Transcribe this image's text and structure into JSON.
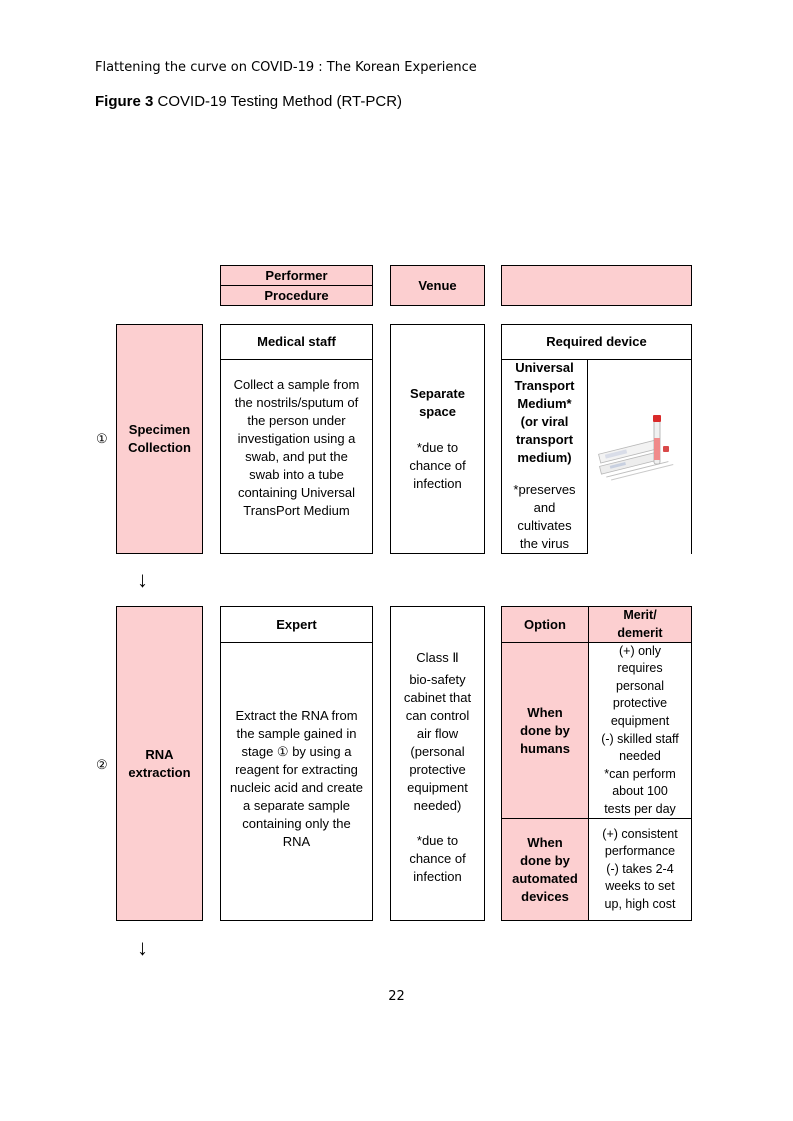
{
  "header": {
    "running_title": "Flattening the curve on COVID-19 : The Korean Experience"
  },
  "figure": {
    "label": "Figure 3",
    "title": " COVID-19 Testing Method (RT-PCR)"
  },
  "legend": {
    "performer": "Performer",
    "procedure": "Procedure",
    "venue": "Venue",
    "blank": ""
  },
  "stage1": {
    "number": "①",
    "name_lines": [
      "Specimen",
      "Collection"
    ],
    "performer": "Medical staff",
    "procedure_lines": [
      "Collect a sample from",
      "the nostrils/sputum of",
      "the person under",
      "investigation using a",
      "swab, and put the",
      "swab into a tube",
      "containing Universal",
      "TransPort Medium"
    ],
    "venue_lines": [
      "Separate",
      "space"
    ],
    "venue_note_lines": [
      "*due to",
      "chance of",
      "infection"
    ],
    "device_header": "Required device",
    "device_name_lines": [
      "Universal",
      "Transport",
      "Medium*",
      "(or viral",
      "transport",
      "medium)"
    ],
    "device_note_lines": [
      "*preserves",
      "and",
      "cultivates",
      "the virus"
    ],
    "device_image": "test-tube-swab-kit-image"
  },
  "arrow1": "↓",
  "stage2": {
    "number": "②",
    "name_lines": [
      "RNA",
      "extraction"
    ],
    "performer": "Expert",
    "procedure_lines": [
      "Extract the RNA from",
      "the sample gained in",
      "stage ① by using a",
      "reagent for extracting",
      "nucleic acid and create",
      "a separate sample",
      "containing only the",
      "RNA"
    ],
    "venue_lines": [
      "Class Ⅱ",
      "bio-safety",
      "cabinet that",
      "can control",
      "air flow",
      "(personal",
      "protective",
      "equipment",
      "needed)"
    ],
    "venue_note_lines": [
      "*due to",
      "chance of",
      "infection"
    ],
    "option_header": "Option",
    "merit_header_lines": [
      "Merit/",
      "demerit"
    ],
    "option1_lines": [
      "When",
      "done by",
      "humans"
    ],
    "merit1_lines": [
      "(+) only",
      "requires",
      "personal",
      "protective",
      "equipment",
      "(-) skilled staff",
      "needed",
      "*can perform",
      "about 100",
      "tests per day"
    ],
    "option2_lines": [
      "When",
      "done by",
      "automated",
      "devices"
    ],
    "merit2_lines": [
      "(+) consistent",
      "performance",
      "(-) takes 2-4",
      "weeks to set",
      "up, high cost"
    ]
  },
  "arrow2": "↓",
  "footer": {
    "page_number": "22"
  }
}
